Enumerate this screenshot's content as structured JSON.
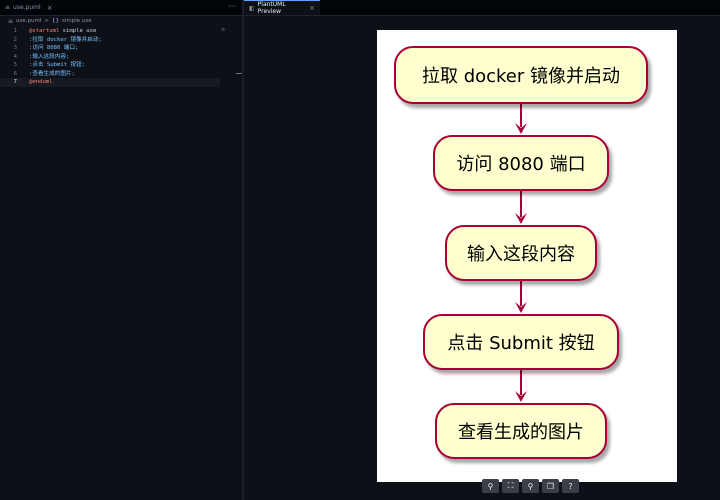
{
  "editor": {
    "tab": {
      "label": "use.puml",
      "icon": "list-icon"
    },
    "breadcrumb": {
      "file": "use.puml",
      "separator": ">",
      "symbol_icon": "braces-icon",
      "symbol": "simple use"
    },
    "lines": [
      {
        "number": "1",
        "segments": [
          {
            "text": "@startuml",
            "cls": "kw"
          },
          {
            "text": " simple use",
            "cls": "plain"
          }
        ]
      },
      {
        "number": "2",
        "segments": [
          {
            "text": ":拉取 docker 镜像并启动;",
            "cls": "act"
          }
        ]
      },
      {
        "number": "3",
        "segments": [
          {
            "text": ":访问 8080 端口;",
            "cls": "act"
          }
        ]
      },
      {
        "number": "4",
        "segments": [
          {
            "text": ":输入这段内容;",
            "cls": "act"
          }
        ]
      },
      {
        "number": "5",
        "segments": [
          {
            "text": ":点击 Submit 按钮;",
            "cls": "act"
          }
        ]
      },
      {
        "number": "6",
        "segments": [
          {
            "text": ":查看生成的图片;",
            "cls": "act"
          }
        ]
      },
      {
        "number": "7",
        "segments": [
          {
            "text": "@enduml",
            "cls": "kw"
          }
        ]
      }
    ],
    "current_line": 7
  },
  "preview": {
    "tab_label": "PlantUML Preview",
    "nodes": [
      "拉取 docker 镜像并启动",
      "访问 8080 端口",
      "输入这段内容",
      "点击 Submit 按钮",
      "查看生成的图片"
    ],
    "colors": {
      "node_fill": "#fefece",
      "node_border": "#a80036",
      "arrow": "#a80036"
    }
  },
  "toolbar": [
    {
      "name": "zoom-in-button",
      "icon": "magnifier-icon"
    },
    {
      "name": "fit-button",
      "icon": "fit-icon"
    },
    {
      "name": "zoom-out-button",
      "icon": "magnifier-icon"
    },
    {
      "name": "copy-button",
      "icon": "copy-icon"
    },
    {
      "name": "help-button",
      "icon": "help-icon"
    }
  ]
}
